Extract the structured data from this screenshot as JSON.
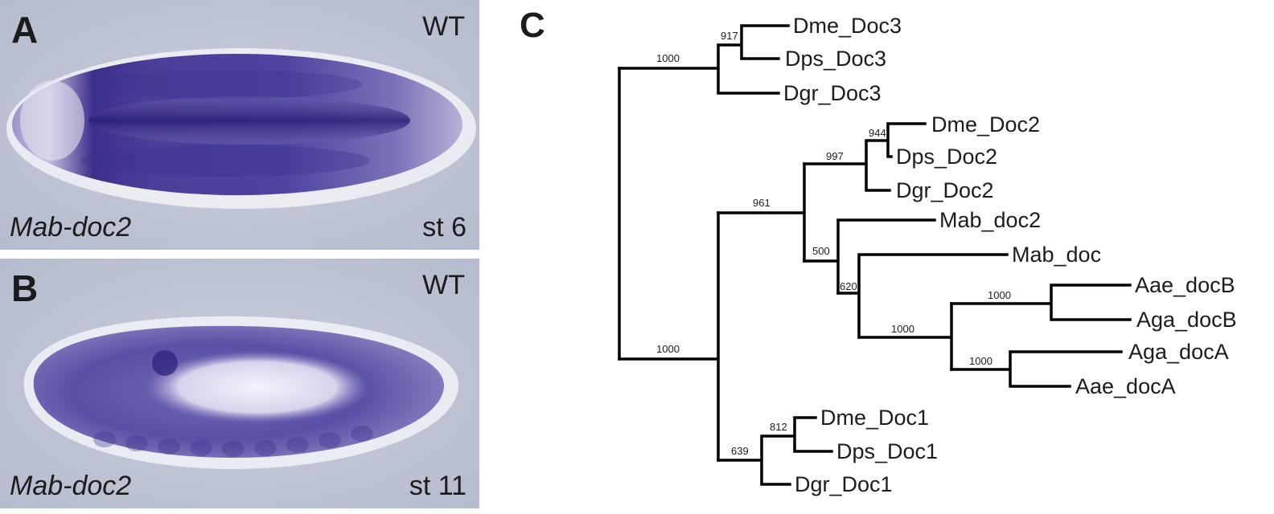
{
  "panels": {
    "a": {
      "letter": "A",
      "genotype": "WT",
      "gene": "Mab-doc2",
      "stage": "st 6"
    },
    "b": {
      "letter": "B",
      "genotype": "WT",
      "gene": "Mab-doc2",
      "stage": "st 11"
    },
    "c": {
      "letter": "C"
    }
  },
  "tree": {
    "leaves": [
      "Dme_Doc3",
      "Dps_Doc3",
      "Dgr_Doc3",
      "Dme_Doc2",
      "Dps_Doc2",
      "Dgr_Doc2",
      "Mab_doc2",
      "Mab_doc",
      "Aae_docB",
      "Aga_docB",
      "Aga_docA",
      "Aae_docA",
      "Dme_Doc1",
      "Dps_Doc1",
      "Dgr_Doc1"
    ],
    "bootstrap": {
      "doc3_group": "1000",
      "doc3_inner": "917",
      "doc2_group": "997",
      "doc2_inner": "944",
      "doc2_mab_clade": "961",
      "mab_split": "500",
      "mab_doc_split": "620",
      "mosquito_clade": "1000",
      "docB_pair": "1000",
      "docA_pair": "1000",
      "lower_group": "1000",
      "doc1_group": "639",
      "doc1_inner": "812"
    }
  },
  "colors": {
    "stain": "#3a2f8c",
    "background": "#c3c8d6",
    "text": "#1c1c1c"
  }
}
